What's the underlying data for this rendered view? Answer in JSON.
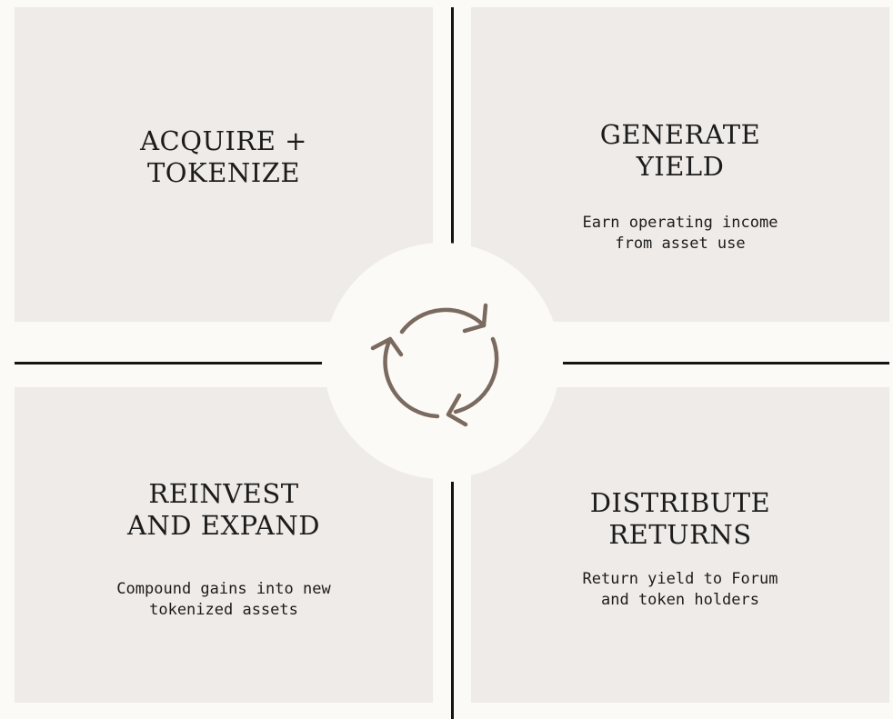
{
  "colors": {
    "background": "#fcfaf6",
    "panel": "#efebe8",
    "divider": "#141414",
    "icon": "#7a6a5f",
    "text": "#1c1c1c"
  },
  "center": {
    "icon": "cycle-arrows-icon"
  },
  "panels": {
    "top_left": {
      "title": "ACQUIRE +\nTOKENIZE",
      "description": ""
    },
    "top_right": {
      "title": "GENERATE\nYIELD",
      "description": "Earn operating income\nfrom asset use"
    },
    "bottom_left": {
      "title": "REINVEST\nAND EXPAND",
      "description": "Compound gains into new\ntokenized assets"
    },
    "bottom_right": {
      "title": "DISTRIBUTE\nRETURNS",
      "description": "Return yield to Forum\nand token holders"
    }
  }
}
